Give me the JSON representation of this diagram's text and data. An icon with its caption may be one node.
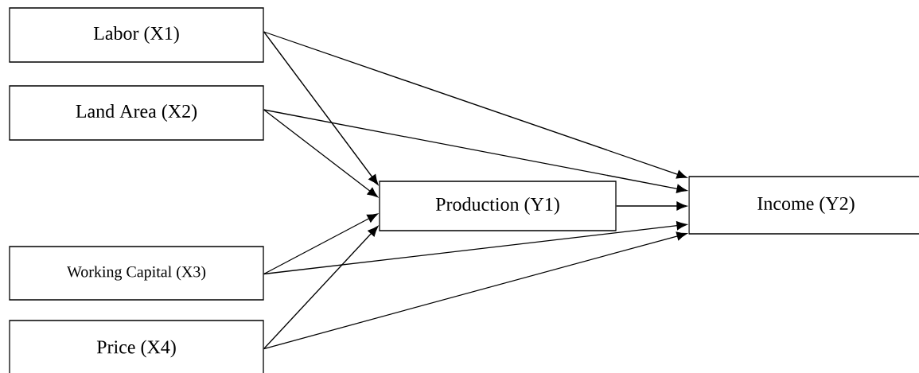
{
  "diagram": {
    "nodes": [
      {
        "text": [
          "Labor (X1)"
        ]
      },
      {
        "text": [
          "Land Area (X2)"
        ]
      },
      {
        "text": [
          "Working Capital (X3)"
        ]
      },
      {
        "text": [
          "Price (X4)"
        ]
      },
      {
        "text": [
          "Production (Y1)"
        ]
      },
      {
        "text": [
          "Income (Y2)"
        ]
      }
    ],
    "edges": [
      {
        "from": 0,
        "to": 4,
        "arrow": "to"
      },
      {
        "from": 0,
        "to": 5,
        "arrow": "to"
      },
      {
        "from": 1,
        "to": 4,
        "arrow": "to"
      },
      {
        "from": 1,
        "to": 5,
        "arrow": "to"
      },
      {
        "from": 2,
        "to": 4,
        "arrow": "to"
      },
      {
        "from": 2,
        "to": 5,
        "arrow": "to"
      },
      {
        "from": 3,
        "to": 4,
        "arrow": "to"
      },
      {
        "from": 3,
        "to": 5,
        "arrow": "to"
      },
      {
        "from": 4,
        "to": 5,
        "arrow": "to"
      }
    ]
  }
}
